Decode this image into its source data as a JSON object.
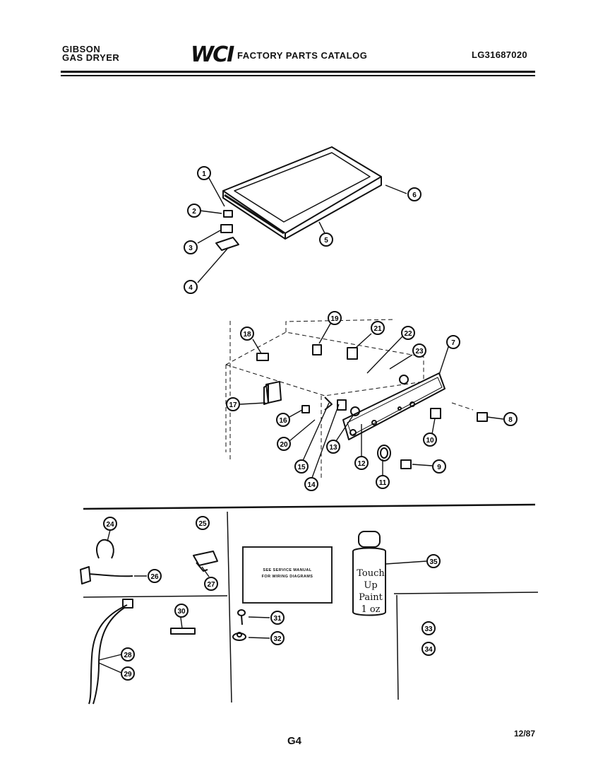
{
  "header": {
    "brand_line1": "GIBSON",
    "brand_line2": "GAS DRYER",
    "logo": "WCI",
    "catalog_title": "FACTORY PARTS CATALOG",
    "model_number": "LG31687020"
  },
  "footer": {
    "page_number": "G4",
    "date": "12/87"
  },
  "manual_box": {
    "line1": "SEE SERVICE MANUAL",
    "line2": "FOR WIRING DIAGRAMS"
  },
  "paint_bottle": {
    "line1": "Touch",
    "line2": "Up",
    "line3": "Paint",
    "line4": "1 oz"
  },
  "callouts": {
    "c1": "1",
    "c2": "2",
    "c3": "3",
    "c4": "4",
    "c5": "5",
    "c6": "6",
    "c7": "7",
    "c8": "8",
    "c9": "9",
    "c10": "10",
    "c11": "11",
    "c12": "12",
    "c13": "13",
    "c14": "14",
    "c15": "15",
    "c16": "16",
    "c17": "17",
    "c18": "18",
    "c19": "19",
    "c20": "20",
    "c21": "21",
    "c22": "22",
    "c23": "23",
    "c24": "24",
    "c25": "25",
    "c26": "26",
    "c27": "27",
    "c28": "28",
    "c29": "29",
    "c30": "30",
    "c31": "31",
    "c32": "32",
    "c33": "33",
    "c34": "34",
    "c35": "35"
  }
}
